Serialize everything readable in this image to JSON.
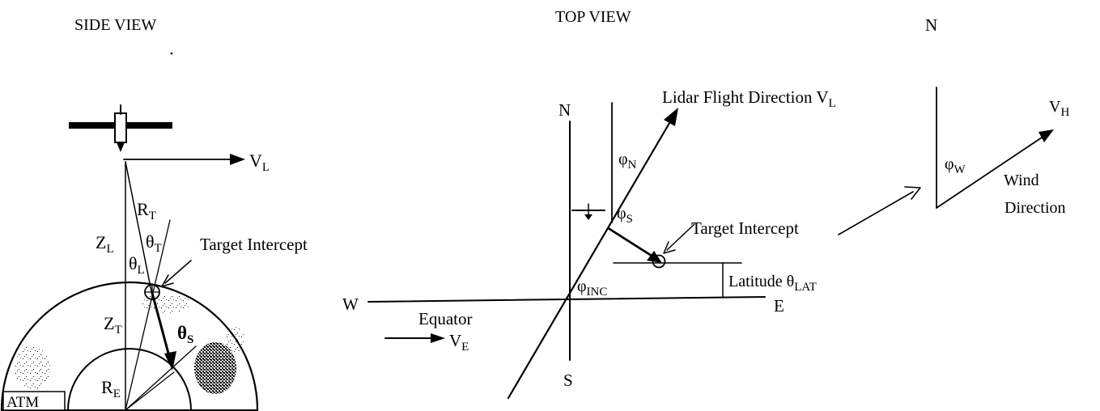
{
  "side_view": {
    "title": "SIDE VIEW",
    "velocity": {
      "sym": "V",
      "sub": "L"
    },
    "range": {
      "sym": "R",
      "sub": "T"
    },
    "lidar_alt": {
      "sym": "Z",
      "sub": "L"
    },
    "target_alt": {
      "sym": "Z",
      "sub": "T"
    },
    "earth_radius": {
      "sym": "R",
      "sub": "E"
    },
    "theta_t": {
      "sym": "θ",
      "sub": "T"
    },
    "theta_l": {
      "sym": "θ",
      "sub": "L"
    },
    "theta_s": {
      "sym": "θ",
      "sub": "S"
    },
    "target_intercept": "Target Intercept",
    "atm_label": "ATM"
  },
  "top_view": {
    "title": "TOP VIEW",
    "north": "N",
    "south": "S",
    "west": "W",
    "east": "E",
    "flight_dir": {
      "text": "Lidar Flight Direction V",
      "sub": "L"
    },
    "phi_n": {
      "sym": "φ",
      "sub": "N"
    },
    "phi_s": {
      "sym": "φ",
      "sub": "S"
    },
    "phi_inc": {
      "sym": "φ",
      "sub": "INC"
    },
    "target_intercept": "Target Intercept",
    "latitude": {
      "text": "Latitude θ",
      "sub": "LAT"
    },
    "equator": "Equator",
    "equator_vel": {
      "sym": "V",
      "sub": "E"
    }
  },
  "wind_view": {
    "north": "N",
    "vel": {
      "sym": "V",
      "sub": "H"
    },
    "phi_w": {
      "sym": "φ",
      "sub": "W"
    },
    "wind_line1": "Wind",
    "wind_line2": "Direction"
  }
}
